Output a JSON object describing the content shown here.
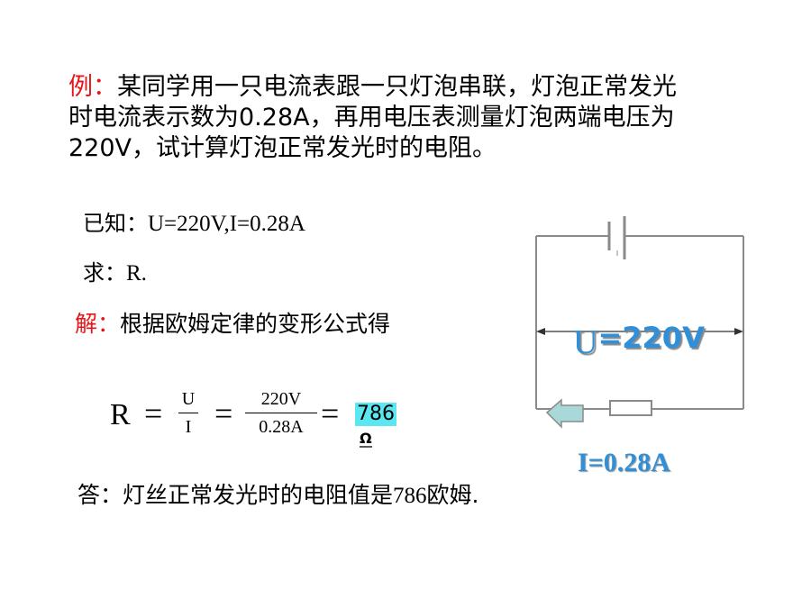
{
  "problem": {
    "label": "例：",
    "line1": "某同学用一只电流表跟一只灯泡串联，灯泡正常发光",
    "line2": "时电流表示数为0.28A，再用电压表测量灯泡两端电压为",
    "line3": "220V，试计算灯泡正常发光时的电阻。"
  },
  "known": {
    "label": "已知：",
    "value": "U=220V,I=0.28A"
  },
  "ask": {
    "label": "求：",
    "value": "R."
  },
  "solution": {
    "label": "解：",
    "text": "根据欧姆定律的变形公式得"
  },
  "formula": {
    "lhs": "R",
    "eq": "=",
    "frac1_num": "U",
    "frac1_den": "I",
    "frac2_num": "220V",
    "frac2_den": "0.28A",
    "result_value": "786",
    "result_unit": "Ω"
  },
  "answer": {
    "prefix": "答：灯丝正常发光时的电阻值是",
    "value": "786",
    "suffix": "欧姆."
  },
  "circuit": {
    "voltage_symbol": "U",
    "voltage_rest": "=220V",
    "current_label": "I=0.28A"
  },
  "colors": {
    "label_red": "#e8141a",
    "label_blue": "#2f8fd8",
    "highlight_cyan": "#5ce6f0",
    "arrow_fill": "#a8d8d8"
  }
}
